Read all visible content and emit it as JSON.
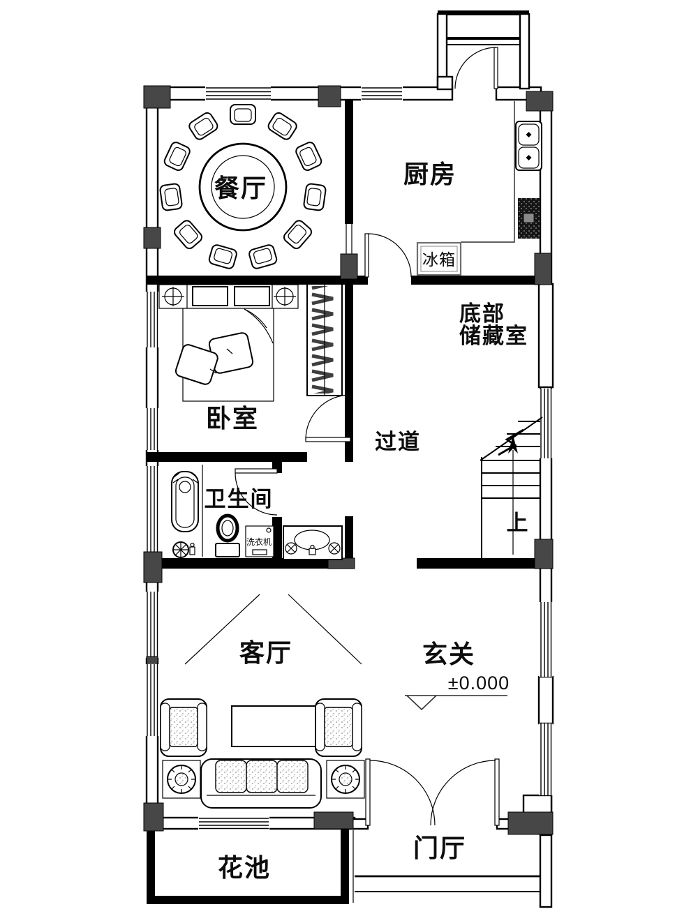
{
  "plan": {
    "labels": {
      "dining": "餐厅",
      "kitchen": "厨房",
      "fridge": "冰箱",
      "storage_line1": "底部",
      "storage_line2": "储藏室",
      "bedroom": "卧室",
      "corridor": "过道",
      "bathroom": "卫生间",
      "washer": "洗衣机",
      "stairs_up": "上",
      "living": "客厅",
      "foyer": "玄关",
      "level": "±0.000",
      "entry_porch": "门厅",
      "flower_bed": "花池"
    },
    "colors": {
      "wall": "#000000",
      "column": "#474747",
      "background": "#ffffff"
    }
  }
}
